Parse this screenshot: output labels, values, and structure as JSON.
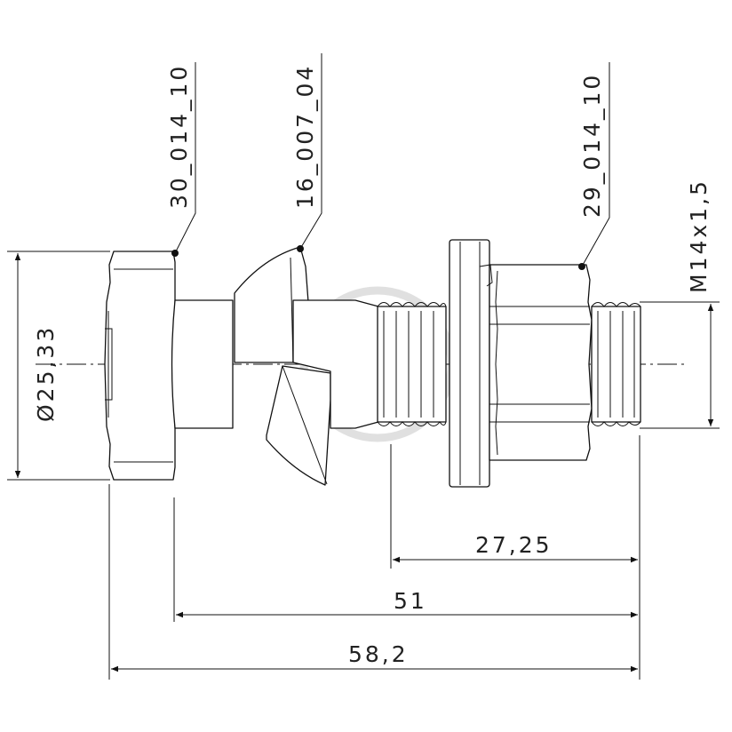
{
  "part_labels": {
    "left": "30_014_10",
    "middle": "16_007_04",
    "right": "29_014_10"
  },
  "dimensions": {
    "diameter": "Ø25,33",
    "thread": "M14x1,5",
    "d1": "27,25",
    "d2": "51",
    "d3": "58,2"
  },
  "colors": {
    "line": "#111111",
    "watermark": "#e0e0e0"
  }
}
